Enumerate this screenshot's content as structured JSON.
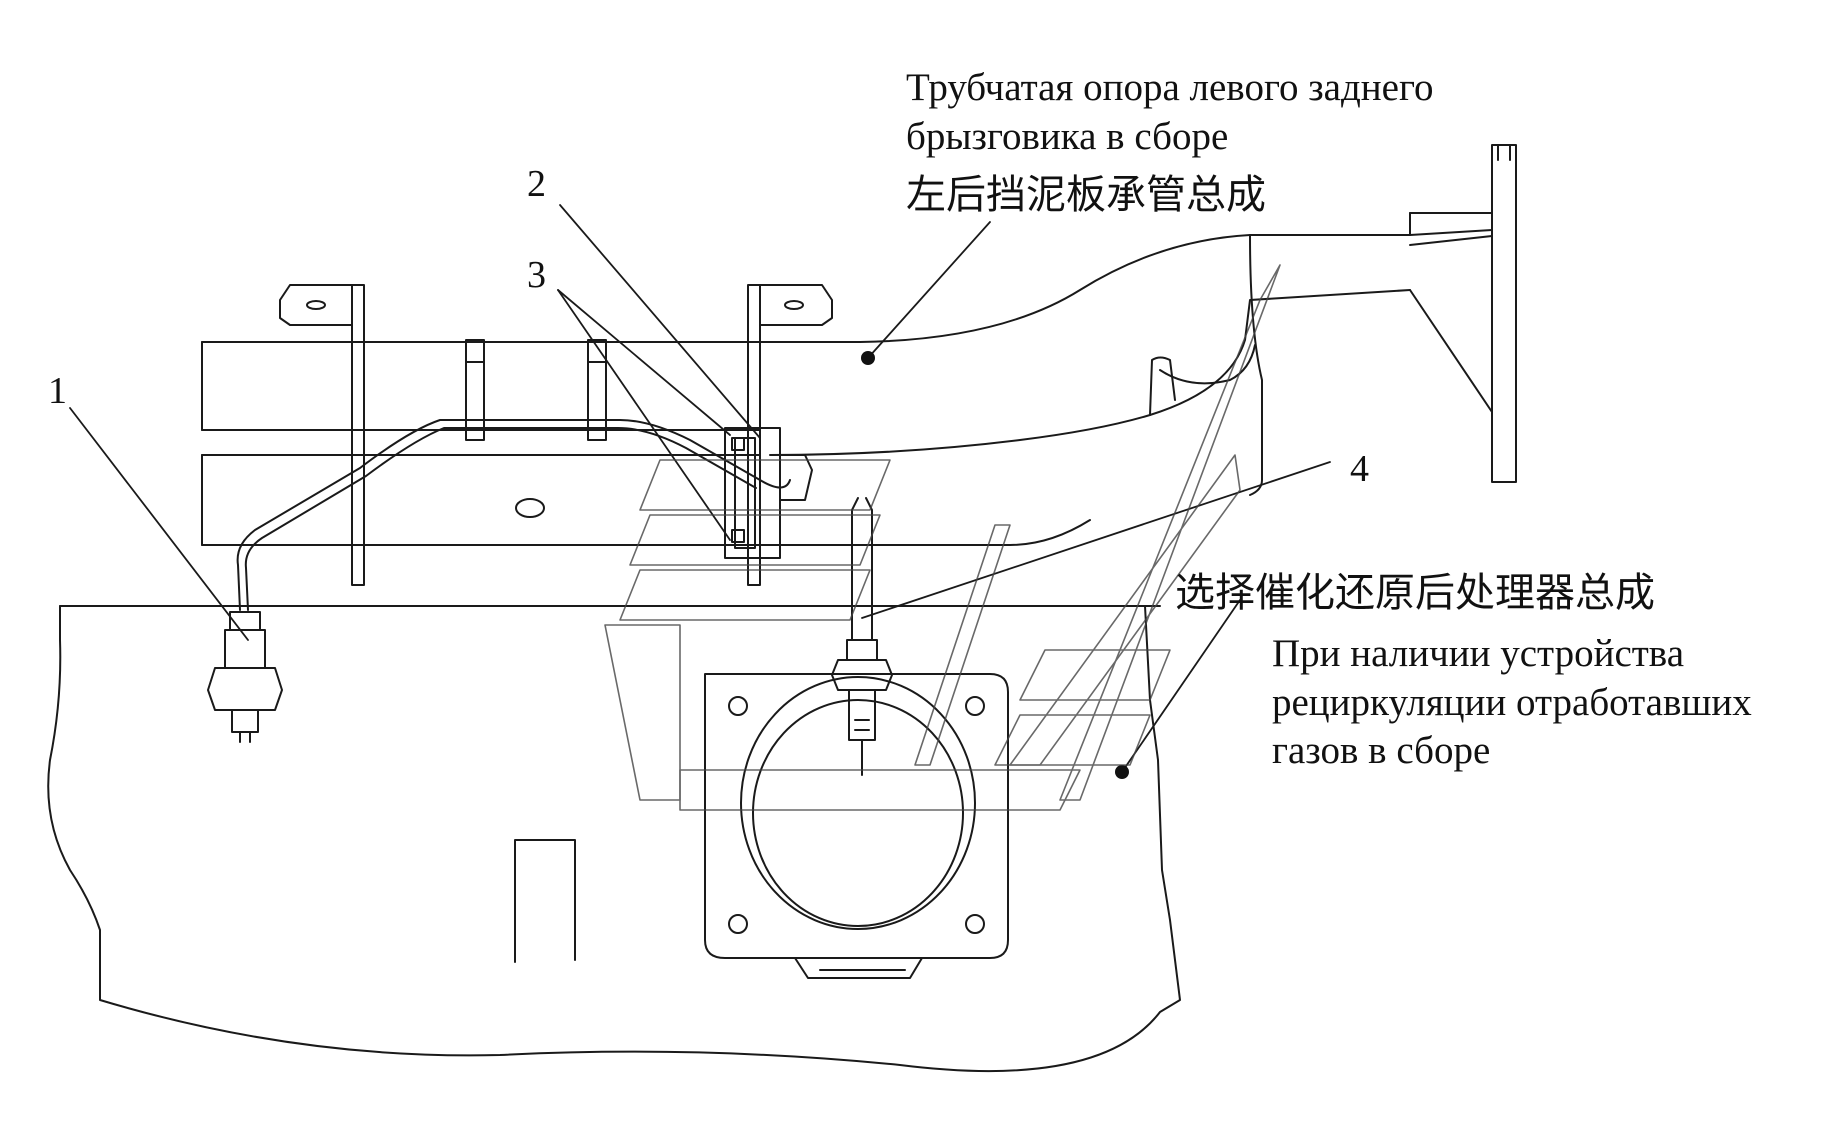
{
  "callouts": {
    "n1": "1",
    "n2": "2",
    "n3": "3",
    "n4": "4"
  },
  "labels": {
    "bracket_ru_line1": "Трубчатая опора левого заднего",
    "bracket_ru_line2": "брызговика в сборе",
    "bracket_cn": "左后挡泥板承管总成",
    "scr_cn": "选择催化还原后处理器总成",
    "scr_ru_line1": "При наличии устройства",
    "scr_ru_line2": "рециркуляции отработавших",
    "scr_ru_line3": "газов в сборе"
  },
  "style": {
    "line_color": "#1a1a1a",
    "watermark_color": "#444444"
  }
}
